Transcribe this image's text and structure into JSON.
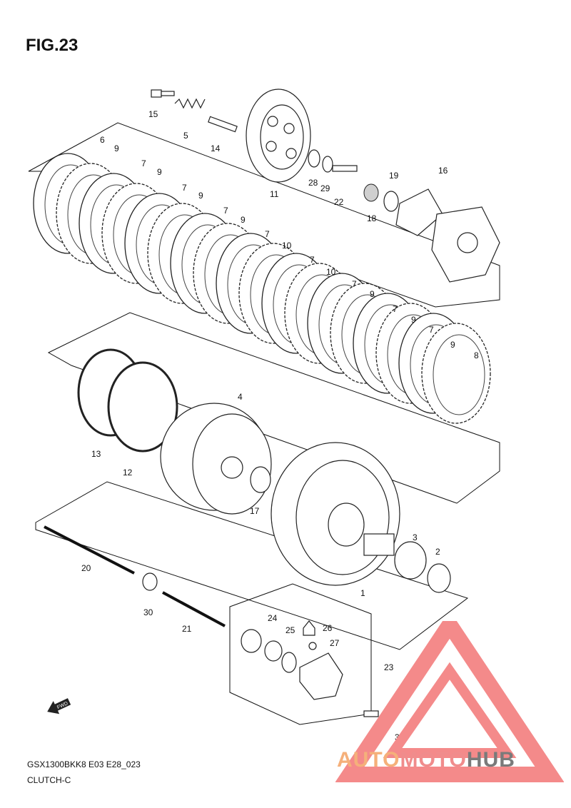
{
  "figure": {
    "title": "FIG.23"
  },
  "footer": {
    "model_code": "GSX1300BKK8 E03 E28_023",
    "section": "CLUTCH-C"
  },
  "fwd_label": "FWD",
  "callouts": [
    {
      "id": "15",
      "text": "15"
    },
    {
      "id": "5",
      "text": "5"
    },
    {
      "id": "14",
      "text": "14"
    },
    {
      "id": "11",
      "text": "11"
    },
    {
      "id": "28",
      "text": "28"
    },
    {
      "id": "29",
      "text": "29"
    },
    {
      "id": "22",
      "text": "22"
    },
    {
      "id": "19",
      "text": "19"
    },
    {
      "id": "16",
      "text": "16"
    },
    {
      "id": "18",
      "text": "18"
    },
    {
      "id": "6",
      "text": "6"
    },
    {
      "id": "9a",
      "text": "9"
    },
    {
      "id": "7a",
      "text": "7"
    },
    {
      "id": "9b",
      "text": "9"
    },
    {
      "id": "7b",
      "text": "7"
    },
    {
      "id": "9c",
      "text": "9"
    },
    {
      "id": "7c",
      "text": "7"
    },
    {
      "id": "9d",
      "text": "9"
    },
    {
      "id": "7d",
      "text": "7"
    },
    {
      "id": "10a",
      "text": "10"
    },
    {
      "id": "7e",
      "text": "7"
    },
    {
      "id": "10b",
      "text": "10"
    },
    {
      "id": "7f",
      "text": "7"
    },
    {
      "id": "9e",
      "text": "9"
    },
    {
      "id": "7g",
      "text": "7"
    },
    {
      "id": "9f",
      "text": "9"
    },
    {
      "id": "7h",
      "text": "7"
    },
    {
      "id": "9g",
      "text": "9"
    },
    {
      "id": "8",
      "text": "8"
    },
    {
      "id": "4",
      "text": "4"
    },
    {
      "id": "13",
      "text": "13"
    },
    {
      "id": "12",
      "text": "12"
    },
    {
      "id": "17",
      "text": "17"
    },
    {
      "id": "3",
      "text": "3"
    },
    {
      "id": "2",
      "text": "2"
    },
    {
      "id": "1",
      "text": "1"
    },
    {
      "id": "20",
      "text": "20"
    },
    {
      "id": "30",
      "text": "30"
    },
    {
      "id": "21",
      "text": "21"
    },
    {
      "id": "24",
      "text": "24"
    },
    {
      "id": "25",
      "text": "25"
    },
    {
      "id": "26",
      "text": "26"
    },
    {
      "id": "27",
      "text": "27"
    },
    {
      "id": "23",
      "text": "23"
    },
    {
      "id": "31",
      "text": "31"
    }
  ],
  "watermark": {
    "part1": "AUTO",
    "part2": "MOTO",
    "part3": "HUB",
    "colors": {
      "auto": "#f5b07a",
      "moto": "#f08c8c",
      "hub": "#7a7a7a",
      "triangle": "#f48a8a"
    }
  }
}
